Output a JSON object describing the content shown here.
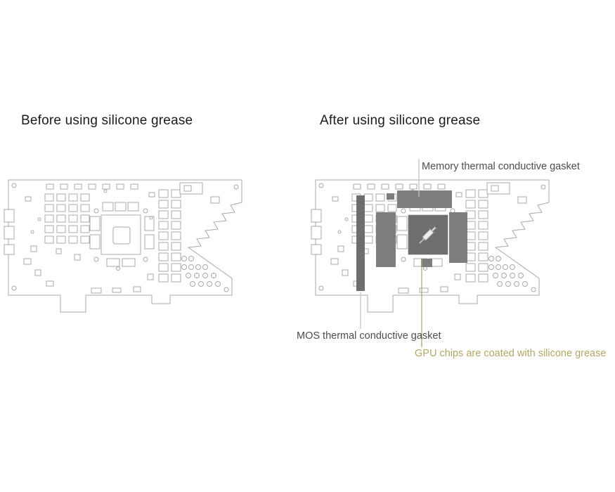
{
  "titles": {
    "before": "Before using silicone grease",
    "after": "After using silicone grease"
  },
  "annotations": {
    "memory_gasket": {
      "label": "Memory thermal conductive gasket"
    },
    "mos_gasket": {
      "label": "MOS thermal conductive gasket"
    },
    "gpu_grease": {
      "label": "GPU chips are coated with silicone grease"
    }
  },
  "colors": {
    "background": "#ffffff",
    "board_line": "#a8a8a8",
    "overlay_dark": "#6e6e6e",
    "overlay_mid": "#7d7d7d",
    "olive_accent": "#b3a767",
    "label_gray": "#4d4d4d",
    "pointer_gray": "#c6c6c6",
    "pointer_tan": "#c4c4b6"
  },
  "icons": {
    "syringe": "syringe-icon"
  }
}
